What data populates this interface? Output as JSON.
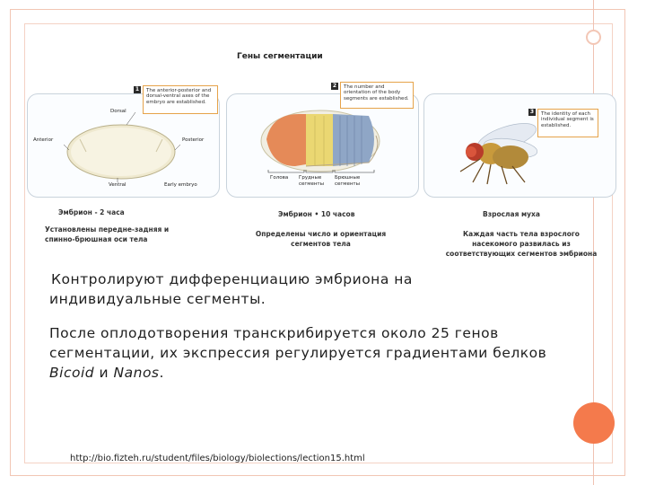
{
  "slide": {
    "title": "Гены сегментации",
    "paragraph1": "Контролируют дифференциацию эмбриона на индивидуальные сегменты.",
    "paragraph2_before": "После оплодотворения транскрибируется около 25 генов сегментации, их экспрессия регулируется градиентами белков ",
    "paragraph2_bicoid": "Bicoid",
    "paragraph2_and": " и ",
    "paragraph2_nanos": "Nanos",
    "paragraph2_end": ".",
    "url": "http://bio.fizteh.ru/student/files/biology/biolections/lection15.html"
  },
  "figure": {
    "panel1": {
      "number": "1",
      "callout": "The anterior-posterior and dorsal-ventral axes of the embryo are established.",
      "dorsal": "Dorsal",
      "anterior": "Anterior",
      "posterior": "Posterior",
      "ventral": "Ventral",
      "early": "Early embryo",
      "caption_title": "Эмбрион - 2 часа",
      "caption_desc": "Установлены передне-задняя и спинно-брюшная оси тела"
    },
    "panel2": {
      "number": "2",
      "callout": "The number and orientation of the body segments are established.",
      "head": "Голова",
      "thoracic": "Грудные сегменты",
      "abdominal": "Брюшные сегменты",
      "caption_title": "Эмбрион • 10 часов",
      "caption_desc": "Определены число и ориентация сегментов тела"
    },
    "panel3": {
      "number": "3",
      "callout": "The identity of each individual segment is established.",
      "caption_title": "Взрослая муха",
      "caption_desc": "Каждая часть тела взрослого насекомого развилась из соответствующих сегментов эмбриона"
    }
  },
  "colors": {
    "accent_circle": "#f47a4c",
    "frame": "#f2c6b4",
    "callout_border": "#e6a34a"
  }
}
